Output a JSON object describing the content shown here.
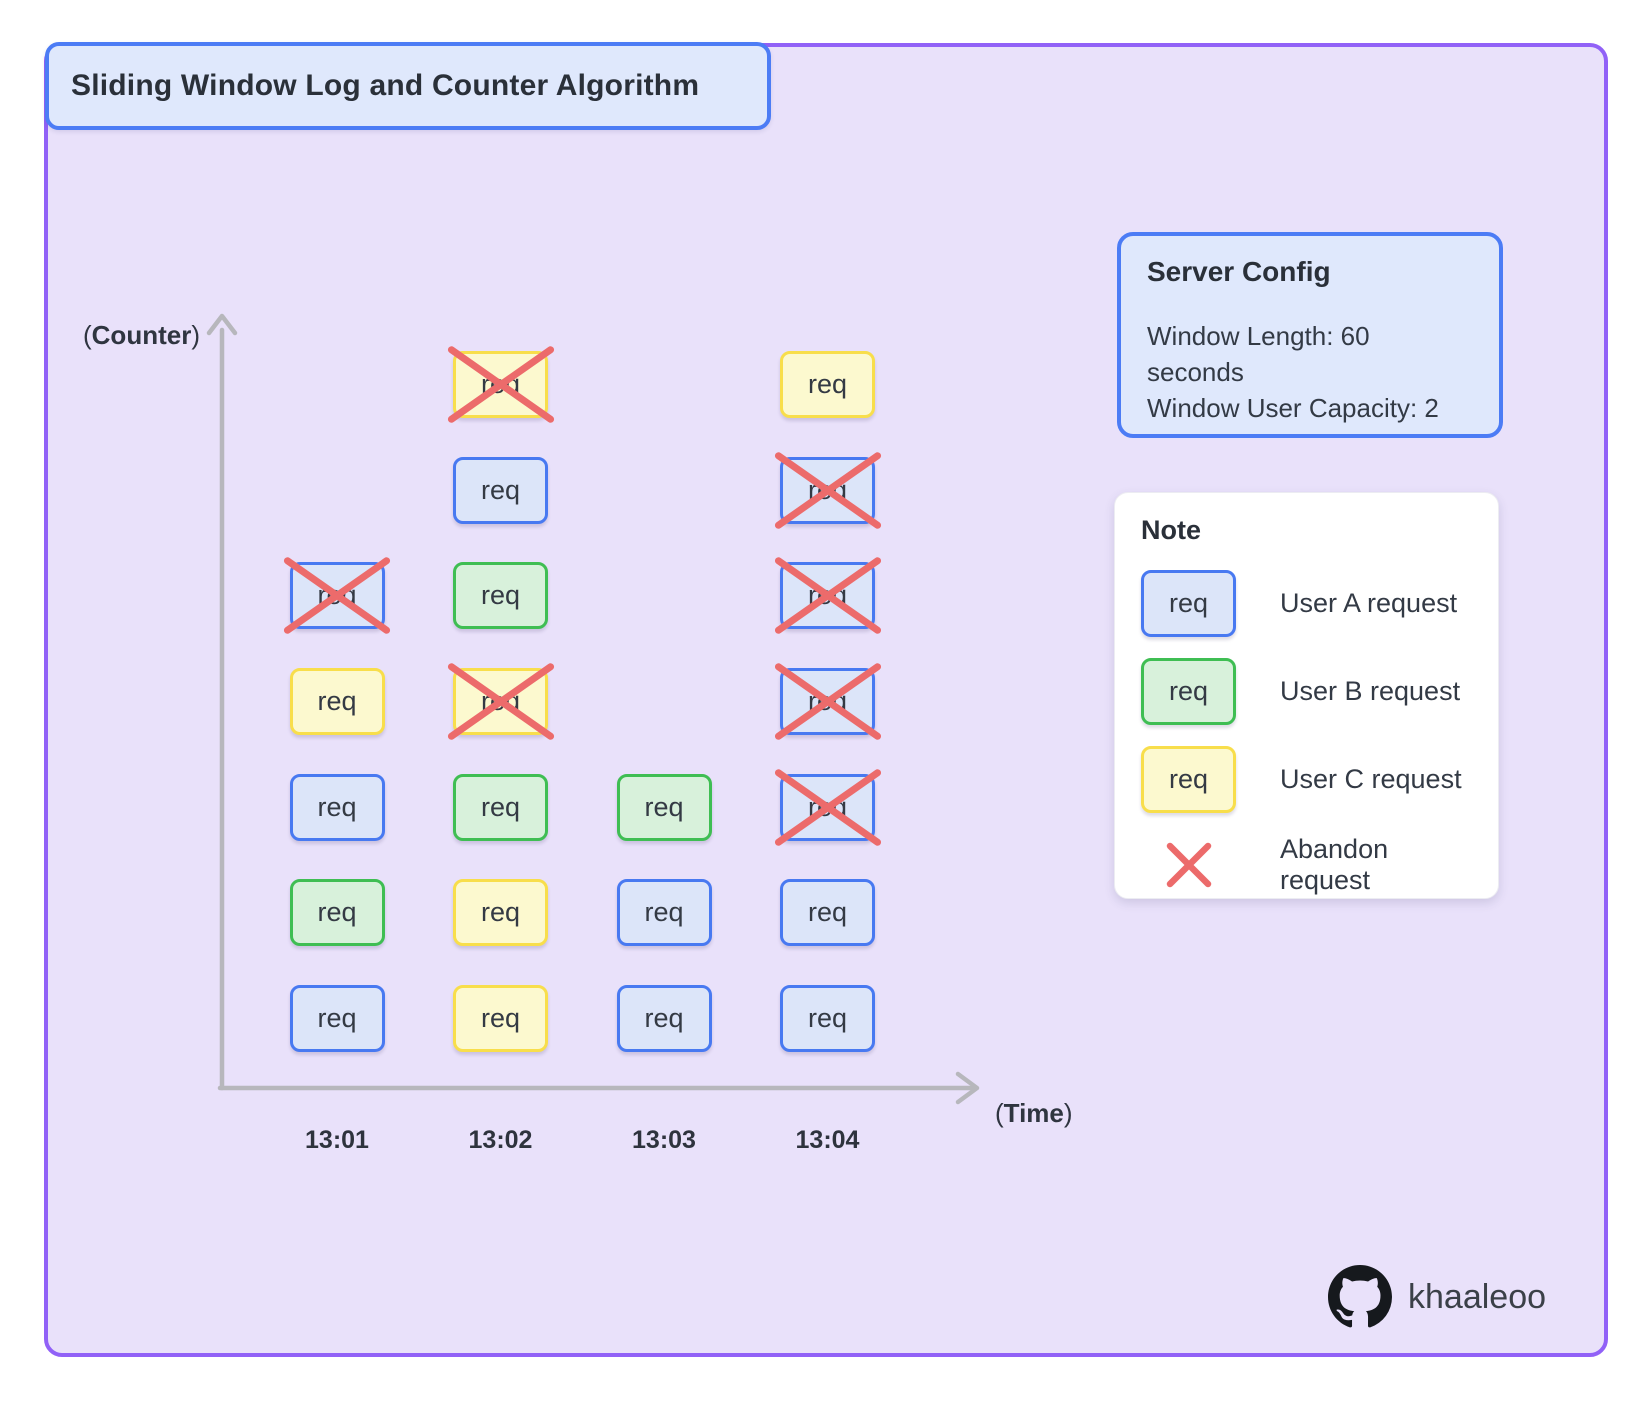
{
  "title": "Sliding Window Log and Counter Algorithm",
  "axes": {
    "y_label": "(Counter)",
    "x_label": "(Time)"
  },
  "server_config": {
    "heading": "Server Config",
    "lines": [
      "Window Length: 60 seconds",
      "Window User Capacity: 2"
    ]
  },
  "note": {
    "heading": "Note",
    "legend": [
      {
        "user": "A",
        "label": "User A request"
      },
      {
        "user": "B",
        "label": "User B request"
      },
      {
        "user": "C",
        "label": "User C request"
      }
    ],
    "abandon_label": "Abandon request"
  },
  "chart_data": {
    "type": "grid",
    "box_label": "req",
    "x_ticks": [
      "13:01",
      "13:02",
      "13:03",
      "13:04"
    ],
    "columns": [
      {
        "time": "13:01",
        "requests": [
          {
            "user": "A",
            "abandoned": false
          },
          {
            "user": "B",
            "abandoned": false
          },
          {
            "user": "A",
            "abandoned": false
          },
          {
            "user": "C",
            "abandoned": false
          },
          {
            "user": "A",
            "abandoned": true
          }
        ]
      },
      {
        "time": "13:02",
        "requests": [
          {
            "user": "C",
            "abandoned": false
          },
          {
            "user": "C",
            "abandoned": false
          },
          {
            "user": "B",
            "abandoned": false
          },
          {
            "user": "C",
            "abandoned": true
          },
          {
            "user": "B",
            "abandoned": false
          },
          {
            "user": "A",
            "abandoned": false
          },
          {
            "user": "C",
            "abandoned": true
          }
        ]
      },
      {
        "time": "13:03",
        "requests": [
          {
            "user": "A",
            "abandoned": false
          },
          {
            "user": "A",
            "abandoned": false
          },
          {
            "user": "B",
            "abandoned": false
          }
        ]
      },
      {
        "time": "13:04",
        "requests": [
          {
            "user": "A",
            "abandoned": false
          },
          {
            "user": "A",
            "abandoned": false
          },
          {
            "user": "A",
            "abandoned": true
          },
          {
            "user": "A",
            "abandoned": true
          },
          {
            "user": "A",
            "abandoned": true
          },
          {
            "user": "A",
            "abandoned": true
          },
          {
            "user": "C",
            "abandoned": false
          }
        ]
      }
    ]
  },
  "footer": {
    "username": "khaaleoo",
    "logo_icon": "github-icon"
  },
  "colors": {
    "canvas_bg": "#e9e1fa",
    "canvas_border": "#9161f7",
    "panel_blue_fill": "#dfe8fc",
    "panel_blue_border": "#4c7cf5",
    "user_a_fill": "#dce5f9",
    "user_a_border": "#4879f1",
    "user_b_fill": "#d8f1db",
    "user_b_border": "#3fbe53",
    "user_c_fill": "#fcf9cf",
    "user_c_border": "#f8de4b",
    "abandon_x": "#ec6b6b",
    "axis_gray": "#b7b7bc"
  }
}
